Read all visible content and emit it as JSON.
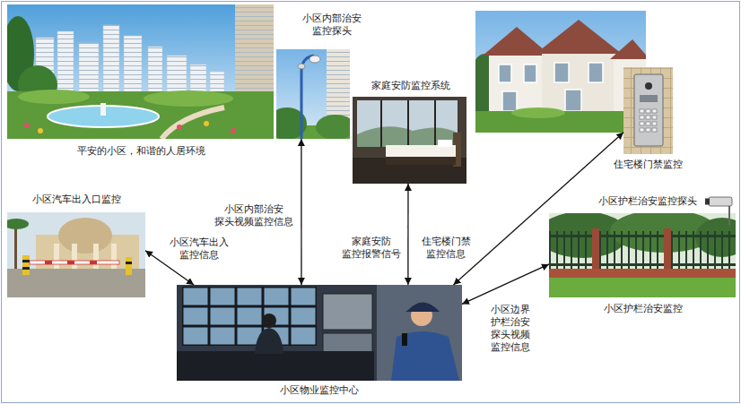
{
  "diagram": {
    "nodes": [
      {
        "text": [
          "平安的小区，和谐的人居环境"
        ]
      },
      {
        "text": [
          "小区内部治安 监控探头"
        ]
      },
      {
        "text": [
          "家庭安防监控系统"
        ]
      },
      {
        "text": [
          "住宅楼门禁监控"
        ]
      },
      {
        "text": [
          "小区汽车出入口监控"
        ]
      },
      {
        "text": [
          "小区护栏治安监控探头",
          "小区护栏治安监控"
        ]
      },
      {
        "text": [
          "小区物业监控中心"
        ]
      }
    ],
    "edges": [
      {
        "from": 4,
        "to": 6,
        "arrow": "both",
        "label": "小区汽车出入 监控信息"
      },
      {
        "from": 1,
        "to": 6,
        "arrow": "both",
        "label": "小区内部治安 探头视频监控信息"
      },
      {
        "from": 2,
        "to": 6,
        "arrow": "both",
        "label": "家庭安防 监控报警信号"
      },
      {
        "from": 3,
        "to": 6,
        "arrow": "both",
        "label": "住宅楼门禁 监控信息"
      },
      {
        "from": 5,
        "to": 6,
        "arrow": "both",
        "label": "小区边界 护栏治安 探头视频 监控信息"
      }
    ]
  }
}
